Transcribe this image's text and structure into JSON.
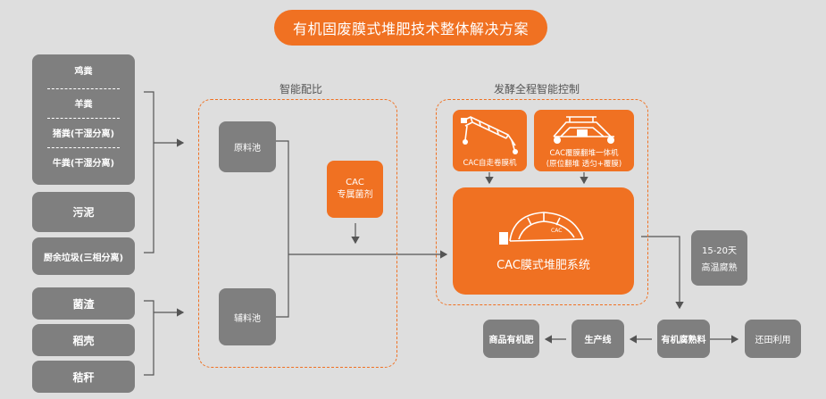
{
  "title": "有机固废膜式堆肥技术整体解决方案",
  "sources": {
    "group_items": [
      "鸡粪",
      "羊粪",
      "猪粪(干湿分离)",
      "牛粪(干湿分离)"
    ],
    "sludge": "污泥",
    "kitchen": "厨余垃圾(三相分离)",
    "fungus": "菌渣",
    "rice_husk": "稻壳",
    "straw": "秸秆"
  },
  "mixing": {
    "label": "智能配比",
    "raw_pool": "原料池",
    "aux_pool": "辅料池",
    "agent_line1": "CAC",
    "agent_line2": "专属菌剂"
  },
  "control": {
    "label": "发酵全程智能控制",
    "machine1": "CAC自走卷膜机",
    "machine2_line1": "CAC覆膜翻堆一体机",
    "machine2_line2": "(原位翻堆 透匀+覆膜)",
    "system": "CAC膜式堆肥系统",
    "cover_mark": "CAC"
  },
  "outputs": {
    "high_temp_line1": "15-20天",
    "high_temp_line2": "高温腐熟",
    "organic_material": "有机腐熟料",
    "return_field": "还田利用",
    "production_line": "生产线",
    "commercial_fertilizer": "商品有机肥"
  },
  "colors": {
    "accent": "#f07122",
    "box_grey": "#7f7f7f",
    "background": "#dedede",
    "line": "#555555"
  }
}
